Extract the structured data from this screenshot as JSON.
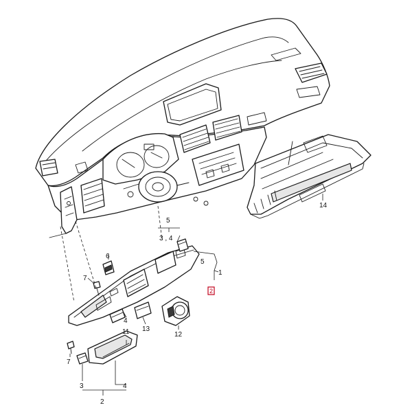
{
  "labels": {
    "l1": "1",
    "l2": "2",
    "l2_box": "2",
    "l3": "3",
    "l3_4": "3 , 4",
    "l4a": "4",
    "l4b": "4",
    "l5a": "5",
    "l5b": "5",
    "l6": "6",
    "l7a": "7",
    "l7b": "7",
    "l11": "11",
    "l12": "12",
    "l13": "13",
    "l14": "14"
  },
  "colors": {
    "line": "#1a1a1a",
    "highlight": "#c0001a",
    "background": "#ffffff"
  }
}
